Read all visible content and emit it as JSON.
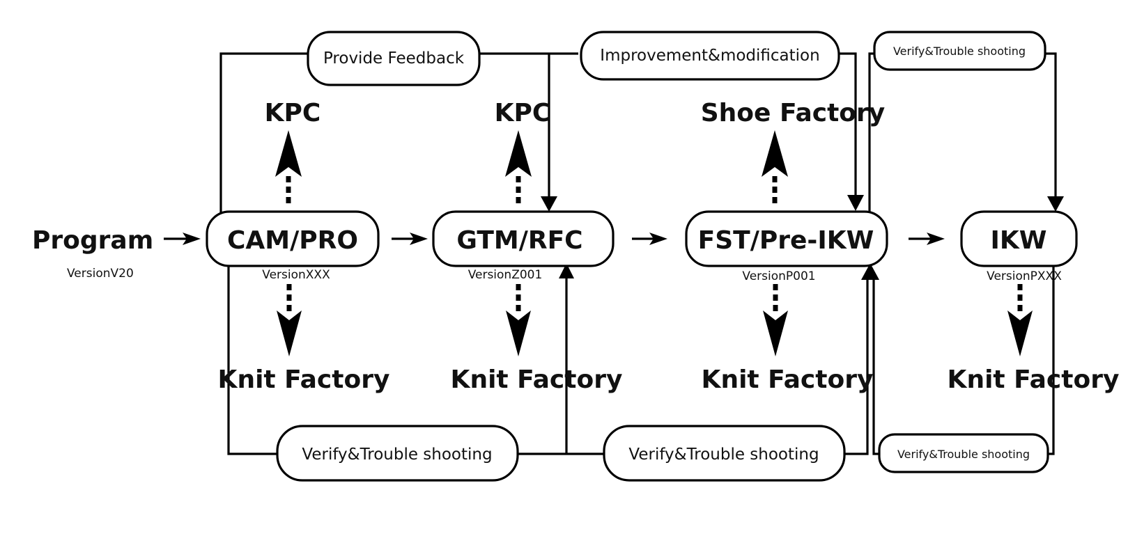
{
  "diagram": {
    "input": {
      "label": "Program",
      "version": "VersionV20"
    },
    "stages": [
      {
        "id": "cam",
        "label": "CAM/PRO",
        "version": "VersionXXX",
        "up_target": "KPC",
        "down_target": "Knit Factory"
      },
      {
        "id": "gtm",
        "label": "GTM/RFC",
        "version": "VersionZ001",
        "up_target": "KPC",
        "down_target": "Knit Factory"
      },
      {
        "id": "fst",
        "label": "FST/Pre-IKW",
        "version": "VersionP001",
        "up_target": "Shoe Factory",
        "down_target": "Knit Factory"
      },
      {
        "id": "ikw",
        "label": "IKW",
        "version": "VersionPXXX",
        "down_target": "Knit Factory"
      }
    ],
    "feedback_loops": {
      "provide_feedback": "Provide Feedback",
      "improvement": "Improvement&modification",
      "verify_top_right": "Verify&Trouble shooting",
      "verify_bottom_1": "Verify&Trouble shooting",
      "verify_bottom_2": "Verify&Trouble shooting",
      "verify_bottom_right": "Verify&Trouble shooting"
    }
  }
}
